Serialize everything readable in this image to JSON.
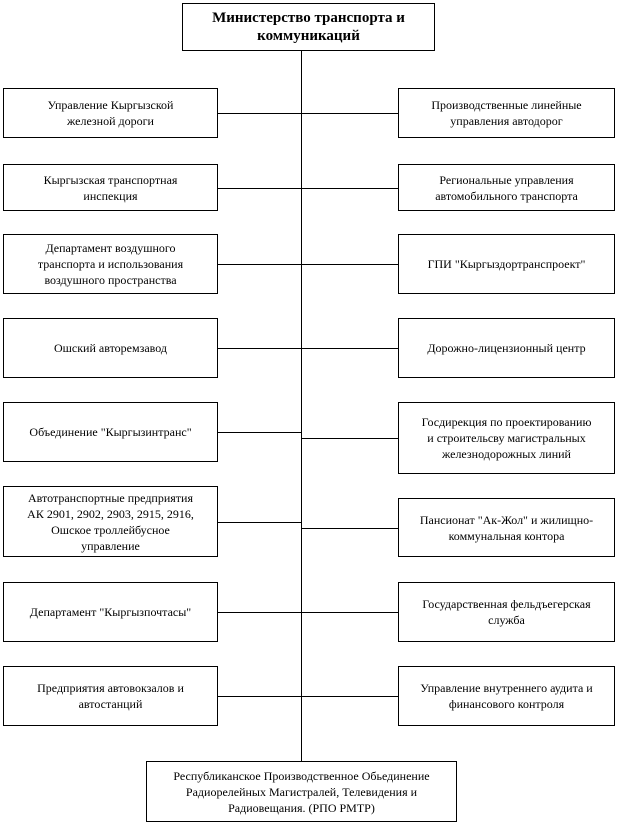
{
  "root": {
    "label": "Министерство транспорта и\nкоммуникаций"
  },
  "left_units": [
    "Управление Кыргызской\nжелезной дороги",
    "Кыргызская транспортная\nинспекция",
    "Департамент воздушного\nтранспорта и использования\nвоздушного  пространства",
    "Ошский авторемзавод",
    "Объединение \"Кыргызинтранс\"",
    "Автотранспортные предприятия\nАК 2901, 2902, 2903, 2915, 2916,\nОшское троллейбусное\nуправление",
    "Департамент \"Кыргызпочтасы\"",
    "Предприятия автовокзалов и\nавтостанций"
  ],
  "right_units": [
    "Производственные линейные\nуправления автодорог",
    "Региональные управления\nавтомобильного транспорта",
    "ГПИ \"Кыргыздортранспроект\"",
    "Дорожно-лицензионный центр",
    "Госдирекция по проектированию\nи строительсву магистральных\nжелезнодорожных линий",
    "Пансионат \"Ак-Жол\" и жилищно-\nкоммунальная контора",
    "Государственная фельдъегерская\nслужба",
    "Управление внутреннего аудита и\nфинансового контроля"
  ],
  "bottom_unit": {
    "label": "Республиканское Производственное Обьединение\nРадиорелейных Магистралей, Телевидения и\nРадиовещания. (РПО РМТР)"
  }
}
